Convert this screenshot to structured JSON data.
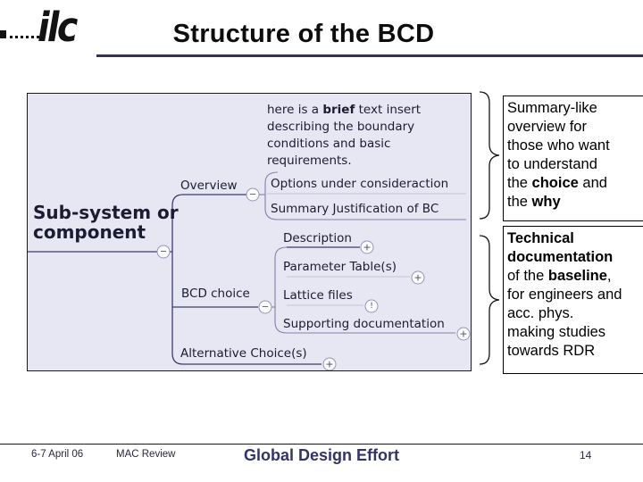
{
  "slide": {
    "logo_text": "ilc",
    "title": "Structure of the BCD",
    "footer": {
      "date": "6-7 April 06",
      "event": "MAC Review",
      "org": "Global Design Effort",
      "page_number": "14"
    }
  },
  "diagram": {
    "root_label": "Sub-system or component",
    "overview": {
      "label": "Overview",
      "insert_segments": [
        {
          "t": "here is a "
        },
        {
          "t": "brief",
          "b": true
        },
        {
          "t": " text insert describing the boundary conditions and basic requirements."
        }
      ],
      "options": "Options under consideraction",
      "summary": "Summary Justification of BC"
    },
    "bcd": {
      "label": "BCD choice",
      "children": [
        "Description",
        "Parameter Table(s)",
        "Lattice files",
        "Supporting documentation"
      ]
    },
    "alternative_label": "Alternative Choice(s)"
  },
  "icons": {
    "minus": "−",
    "plus": "+",
    "exclamation": "!"
  },
  "callouts": {
    "top_lines": [
      [
        {
          "t": "Summary-like"
        }
      ],
      [
        {
          "t": "overview for"
        }
      ],
      [
        {
          "t": "those who want"
        }
      ],
      [
        {
          "t": "to understand"
        }
      ],
      [
        {
          "t": "the "
        },
        {
          "t": "choice",
          "b": true
        },
        {
          "t": " and"
        }
      ],
      [
        {
          "t": "the "
        },
        {
          "t": "why",
          "b": true
        }
      ]
    ],
    "bottom_lines": [
      [
        {
          "t": "Technical",
          "b": true
        }
      ],
      [
        {
          "t": "documentation",
          "b": true
        }
      ],
      [
        {
          "t": "of the "
        },
        {
          "t": "baseline",
          "b": true
        },
        {
          "t": ","
        }
      ],
      [
        {
          "t": "for engineers and"
        }
      ],
      [
        {
          "t": "acc. phys."
        }
      ],
      [
        {
          "t": "making studies"
        }
      ],
      [
        {
          "t": "towards RDR"
        }
      ]
    ]
  },
  "colors": {
    "title_rule": "#32325c",
    "panel_bg": "#e7e7f4",
    "branch_line": "#3c3c6a",
    "footer_org": "#333366"
  }
}
